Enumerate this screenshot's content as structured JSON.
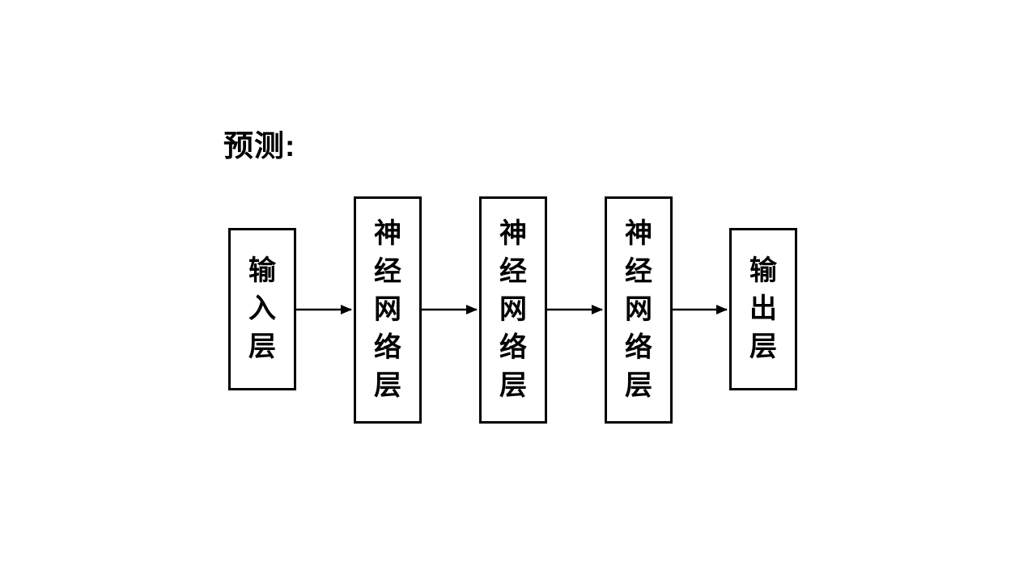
{
  "title": {
    "text": "预测:"
  },
  "diagram": {
    "nodes": [
      {
        "id": "input-layer",
        "label": "输\n入\n层",
        "label_inline": "输入层"
      },
      {
        "id": "nn-layer-1",
        "label": "神\n经\n网\n络\n层",
        "label_inline": "神经网络层"
      },
      {
        "id": "nn-layer-2",
        "label": "神\n经\n网\n络\n层",
        "label_inline": "神经网络层"
      },
      {
        "id": "nn-layer-3",
        "label": "神\n经\n网\n络\n层",
        "label_inline": "神经网络层"
      },
      {
        "id": "output-layer",
        "label": "输\n出\n层",
        "label_inline": "输出层"
      }
    ],
    "connections": [
      {
        "from": "input-layer",
        "to": "nn-layer-1"
      },
      {
        "from": "nn-layer-1",
        "to": "nn-layer-2"
      },
      {
        "from": "nn-layer-2",
        "to": "nn-layer-3"
      },
      {
        "from": "nn-layer-3",
        "to": "output-layer"
      }
    ],
    "colors": {
      "stroke": "#000000",
      "fill": "#ffffff",
      "text": "#000000",
      "background": "#ffffff"
    }
  }
}
